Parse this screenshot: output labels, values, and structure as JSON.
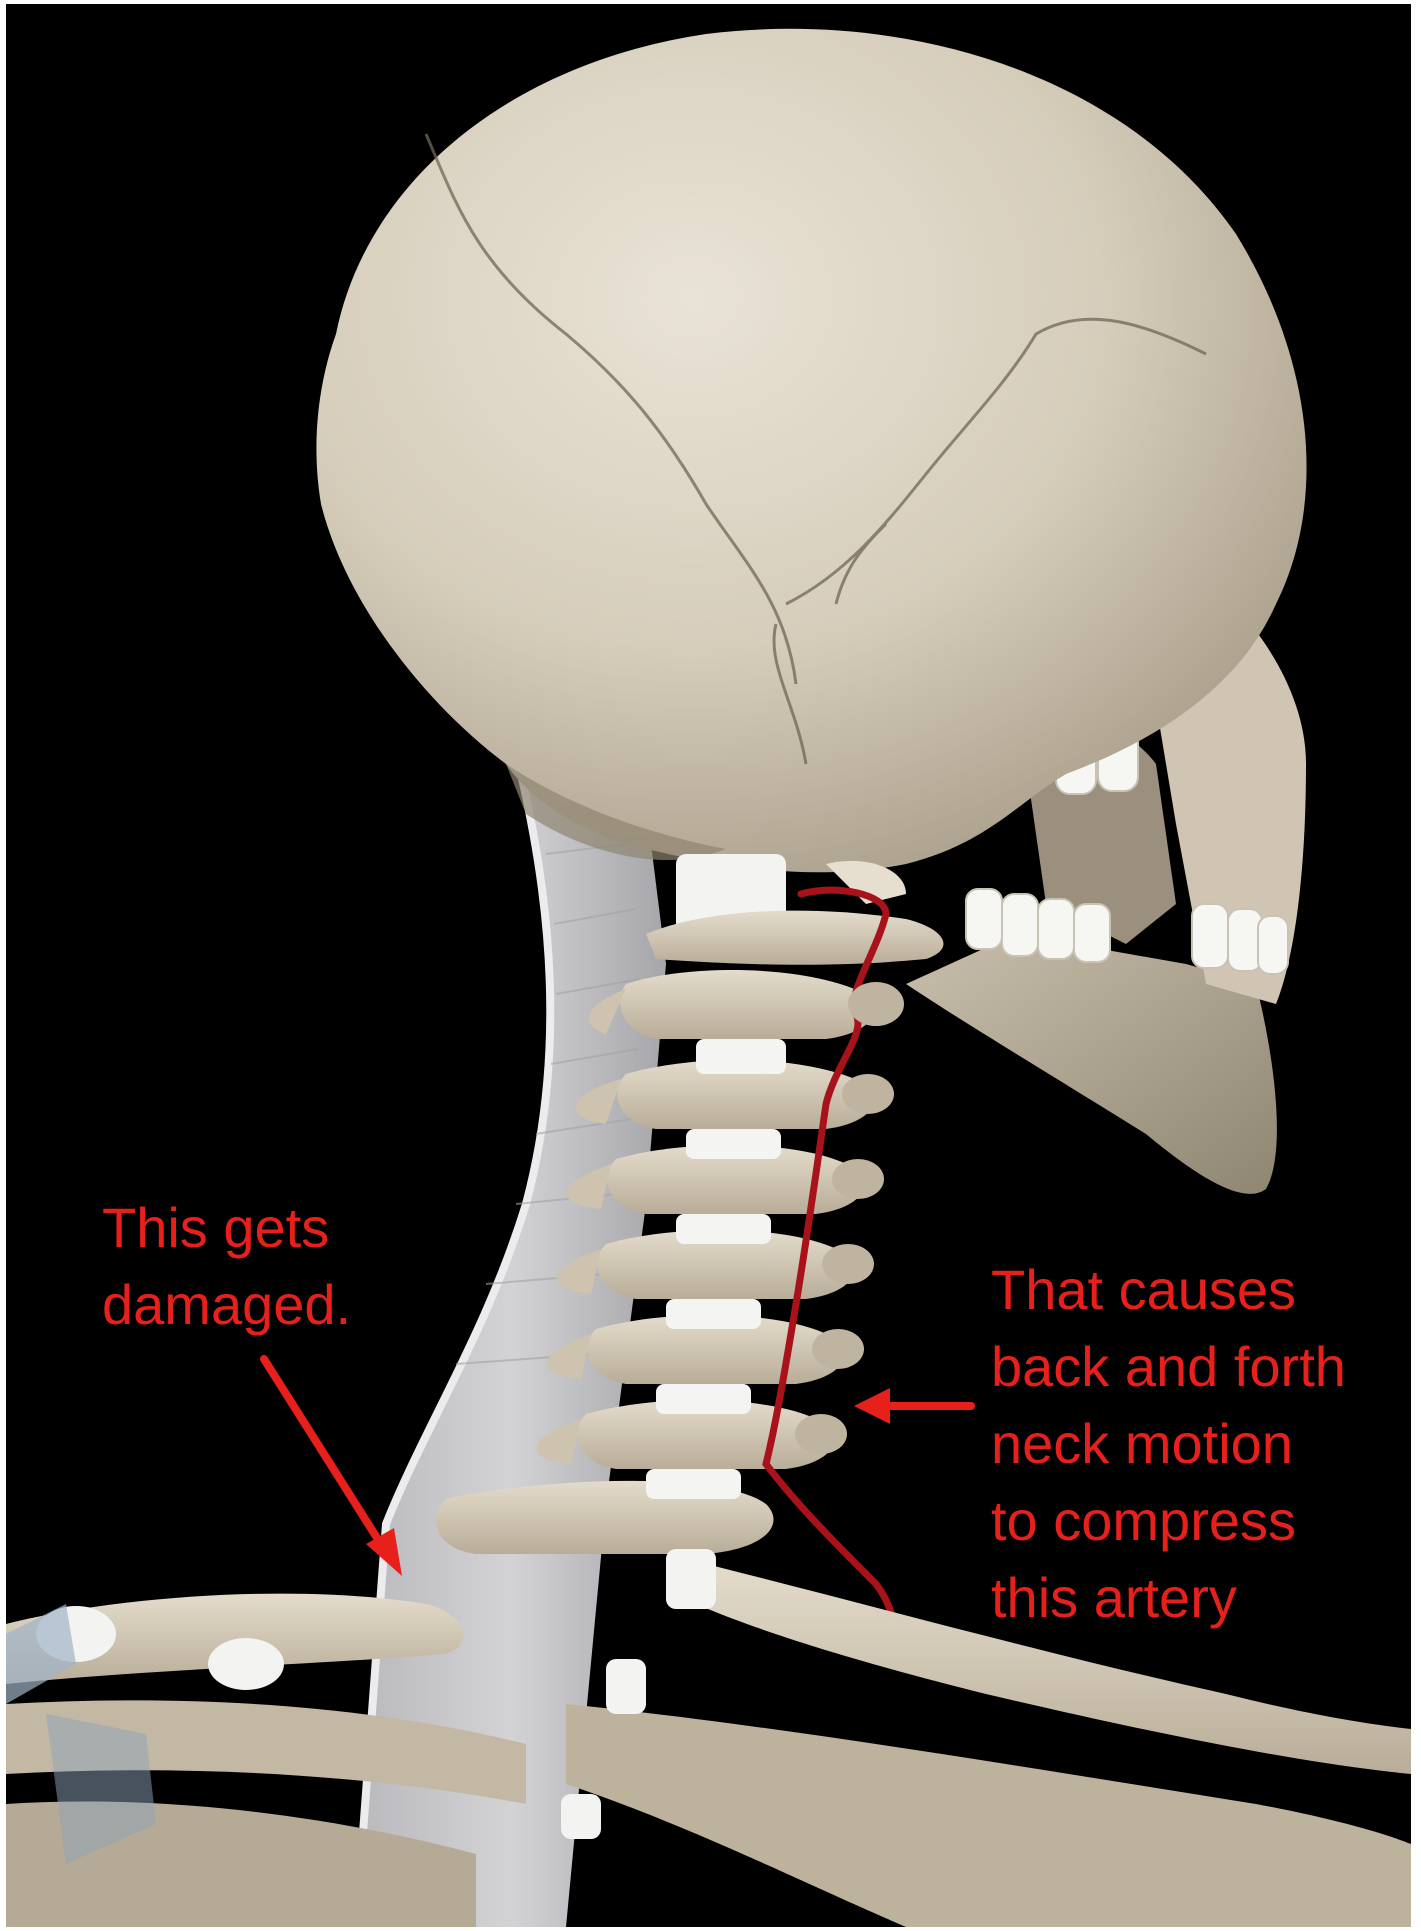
{
  "image": {
    "subject": "skeleton-head-neck-rear-three-quarter",
    "background_color": "#000000",
    "bone_color": "#d8d0bf",
    "cartilage_color": "#f4f4f2",
    "ligament_color": "#c9c9cc",
    "artery_color": "#a8121b",
    "annotation_color": "#e8201c"
  },
  "annotations": {
    "left": {
      "lines": [
        "This gets",
        "damaged."
      ],
      "arrow_direction": "down-right"
    },
    "right": {
      "lines": [
        "That causes",
        "back and forth",
        "neck motion",
        "to compress",
        "this artery"
      ],
      "arrow_direction": "left"
    }
  }
}
